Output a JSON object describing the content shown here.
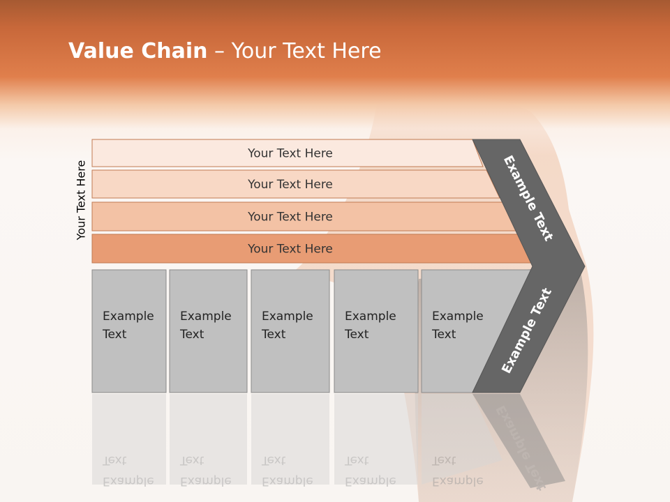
{
  "title": {
    "bold": "Value Chain",
    "rest": " – Your Text Here"
  },
  "side_label": "Your Text Here",
  "bands": [
    {
      "label": "Your Text Here",
      "color": "#fbe9df"
    },
    {
      "label": "Your Text Here",
      "color": "#f8d8c5"
    },
    {
      "label": "Your Text Here",
      "color": "#f3c2a5"
    },
    {
      "label": "Your Text Here",
      "color": "#e89c74"
    }
  ],
  "boxes": [
    {
      "line1": "Example",
      "line2": "Text"
    },
    {
      "line1": "Example",
      "line2": "Text"
    },
    {
      "line1": "Example",
      "line2": "Text"
    },
    {
      "line1": "Example",
      "line2": "Text"
    },
    {
      "line1": "Example",
      "line2": "Text"
    }
  ],
  "chevron": {
    "upper_label": "Example Text",
    "lower_label": "Example Text",
    "color": "#666666"
  },
  "colors": {
    "box_fill": "#c0c0c0",
    "box_border": "#8a8a8a",
    "band_border": "#c07a52",
    "header_orange": "#e07f4c"
  }
}
